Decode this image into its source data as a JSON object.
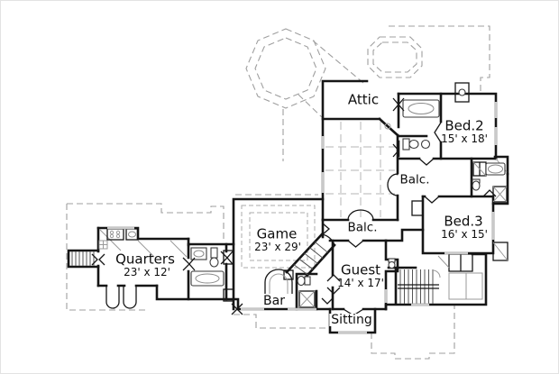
{
  "floor_plan": {
    "background": "#ffffff",
    "line_colors": {
      "wall": "#161616",
      "roof_dashed": "#9f9f9f",
      "ceiling_detail": "#ababab"
    },
    "rooms": [
      {
        "name": "Attic",
        "dimensions": ""
      },
      {
        "name": "Bed.2",
        "dimensions": "15' x 18'"
      },
      {
        "name": "Balc.",
        "dimensions": ""
      },
      {
        "name": "Bed.3",
        "dimensions": "16' x 15'"
      },
      {
        "name": "Balc.",
        "dimensions": ""
      },
      {
        "name": "Game",
        "dimensions": "23' x 29'"
      },
      {
        "name": "Guest",
        "dimensions": "14' x 17'"
      },
      {
        "name": "Quarters",
        "dimensions": "23' x 12'"
      },
      {
        "name": "Bar",
        "dimensions": ""
      },
      {
        "name": "Sitting",
        "dimensions": ""
      }
    ]
  }
}
